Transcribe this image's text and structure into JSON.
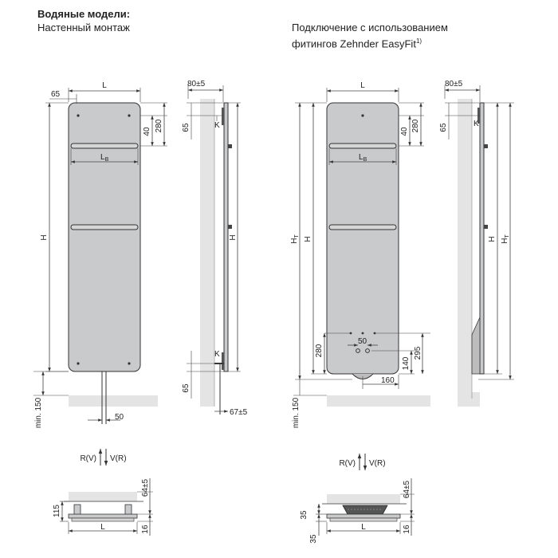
{
  "left_heading": {
    "line1": "Водяные модели:",
    "line2": "Настенный монтаж"
  },
  "right_heading": {
    "line1": "Подключение с использованием",
    "line2": "фитингов Zehnder EasyFit",
    "sup": "1)"
  },
  "dims": {
    "L": "L",
    "LB": "L",
    "LB_sub": "B",
    "H": "H",
    "HT": "H",
    "HT_sub": "T",
    "d65": "65",
    "d40": "40",
    "d280": "280",
    "d80": "80±5",
    "d150": "min. 150",
    "d50": "50",
    "d67": "67±5",
    "K": "K",
    "d295": "295",
    "d140": "140",
    "d160": "160",
    "d64": "64±5",
    "d115": "115",
    "d16": "16",
    "d35": "35"
  },
  "flow": {
    "left": "R(V)",
    "right": "V(R)"
  },
  "colors": {
    "panel": "#c9cacc",
    "wall": "#e4e4e4",
    "line": "#333333",
    "dim": "#444444"
  }
}
